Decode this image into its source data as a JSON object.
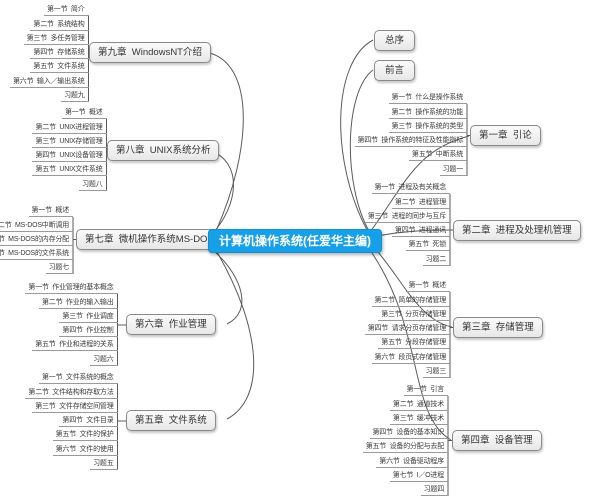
{
  "root": {
    "label": "计算机操作系统(任爱华主编)",
    "accent_color": "#17a0e8"
  },
  "branches": [
    {
      "id": "ch9",
      "label": "第九章  WindowsNT介绍",
      "children": [
        "第一节  简介",
        "第二节  系统结构",
        "第三节  多任务管理",
        "第四节  存储系统",
        "第五节  文件系统",
        "第六节  输入／输出系统",
        "习题九"
      ]
    },
    {
      "id": "ch8",
      "label": "第八章  UNIX系统分析",
      "children": [
        "第一节  概述",
        "第二节  UNIX进程管理",
        "第三节  UNIX存储管理",
        "第四节  UNIX设备管理",
        "第五节  UNIX文件系统",
        "习题八"
      ]
    },
    {
      "id": "ch7",
      "label": "第七章  微机操作系统MS-DOS",
      "children": [
        "第一节  概述",
        "第二节  MS-DOS中断调用",
        "第三节  MS-DOS的内存分配",
        "第四节  MS-DOS的文件系统",
        "习题七"
      ]
    },
    {
      "id": "ch6",
      "label": "第六章  作业管理",
      "children": [
        "第一节  作业管理的基本概念",
        "第二节  作业的输入输出",
        "第三节  作业调度",
        "第四节  作业控制",
        "第五节  作业和进程的关系",
        "习题六"
      ]
    },
    {
      "id": "ch5",
      "label": "第五章  文件系统",
      "children": [
        "第一节  文件系统的概念",
        "第二节  文件结构和存取方法",
        "第三节  文件存储空间管理",
        "第四节  文件目录",
        "第五节  文件的保护",
        "第六节  文件的使用",
        "习题五"
      ]
    },
    {
      "id": "zongxu",
      "label": "总序",
      "children": []
    },
    {
      "id": "qianyan",
      "label": "前言",
      "children": []
    },
    {
      "id": "ch1",
      "label": "第一章  引论",
      "children": [
        "第一节  什么是操作系统",
        "第二节  操作系统的功能",
        "第三节  操作系统的类型",
        "第四节  操作系统的特征及性能指标",
        "第五节  中断系统",
        "习题一"
      ]
    },
    {
      "id": "ch2",
      "label": "第二章  进程及处理机管理",
      "children": [
        "第一节  进程及有关概念",
        "第二节  进程管理",
        "第三节  进程的同步与互斥",
        "第四节  进程通讯",
        "第五节  死锁",
        "习题二"
      ]
    },
    {
      "id": "ch3",
      "label": "第三章  存储管理",
      "children": [
        "第一节  概述",
        "第二节  简单的存储管理",
        "第三节  分页存储管理",
        "第四节  请求分页存储管理",
        "第五节  分段存储管理",
        "第六节  段页式存储管理",
        "习题三"
      ]
    },
    {
      "id": "ch4",
      "label": "第四章  设备管理",
      "children": [
        "第一节  引言",
        "第二节  通道技术",
        "第三节  缓冲技术",
        "第四节  设备的基本知识",
        "第五节  设备的分配与去配",
        "第六节  设备驱动程序",
        "第七节  I／O进程",
        "习题四"
      ]
    }
  ]
}
